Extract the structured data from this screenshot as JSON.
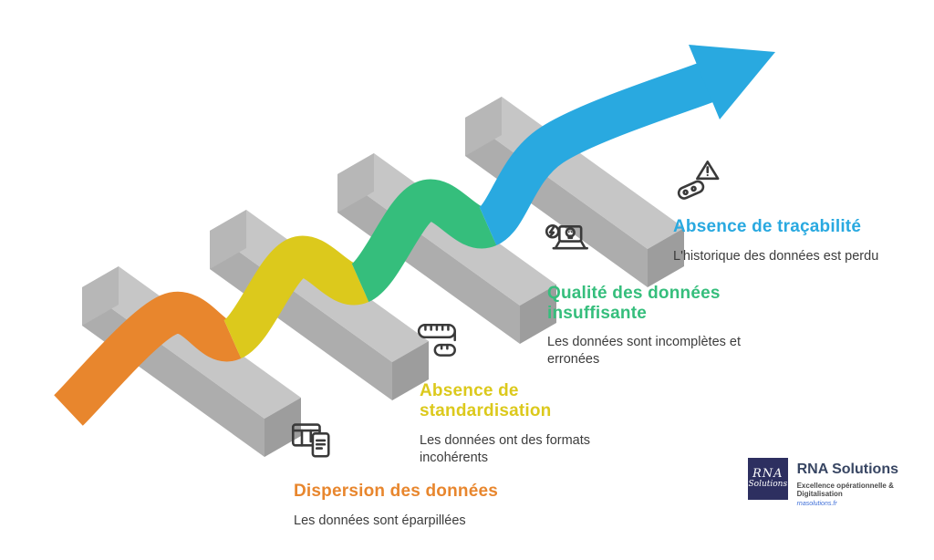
{
  "stages": [
    {
      "title": "Dispersion des données",
      "description": "Les données sont éparpillées",
      "color": "#E8862D",
      "icon": "scattered-data-icon"
    },
    {
      "title": "Absence de standardisation",
      "description": "Les données ont des formats incohérents",
      "color": "#DCC91C",
      "icon": "measuring-tape-icon"
    },
    {
      "title": "Qualité des données insuffisante",
      "description": "Les données sont incomplètes et erronées",
      "color": "#35BE7C",
      "icon": "laptop-error-icon"
    },
    {
      "title": "Absence de traçabilité",
      "description": "L'historique des données est perdu",
      "color": "#29A9E0",
      "icon": "warning-traceability-icon"
    }
  ],
  "ribbon": {
    "obstacle": {
      "top": "#c6c6c6",
      "side": "#adadad",
      "end_far": "#b7b7b7",
      "end_near": "#9d9d9d"
    }
  },
  "logo": {
    "mark_line1": "RNA",
    "mark_line2": "Solutions",
    "name": "RNA Solutions",
    "tagline": "Excellence opérationnelle & Digitalisation",
    "website": "rnasolutions.fr"
  }
}
